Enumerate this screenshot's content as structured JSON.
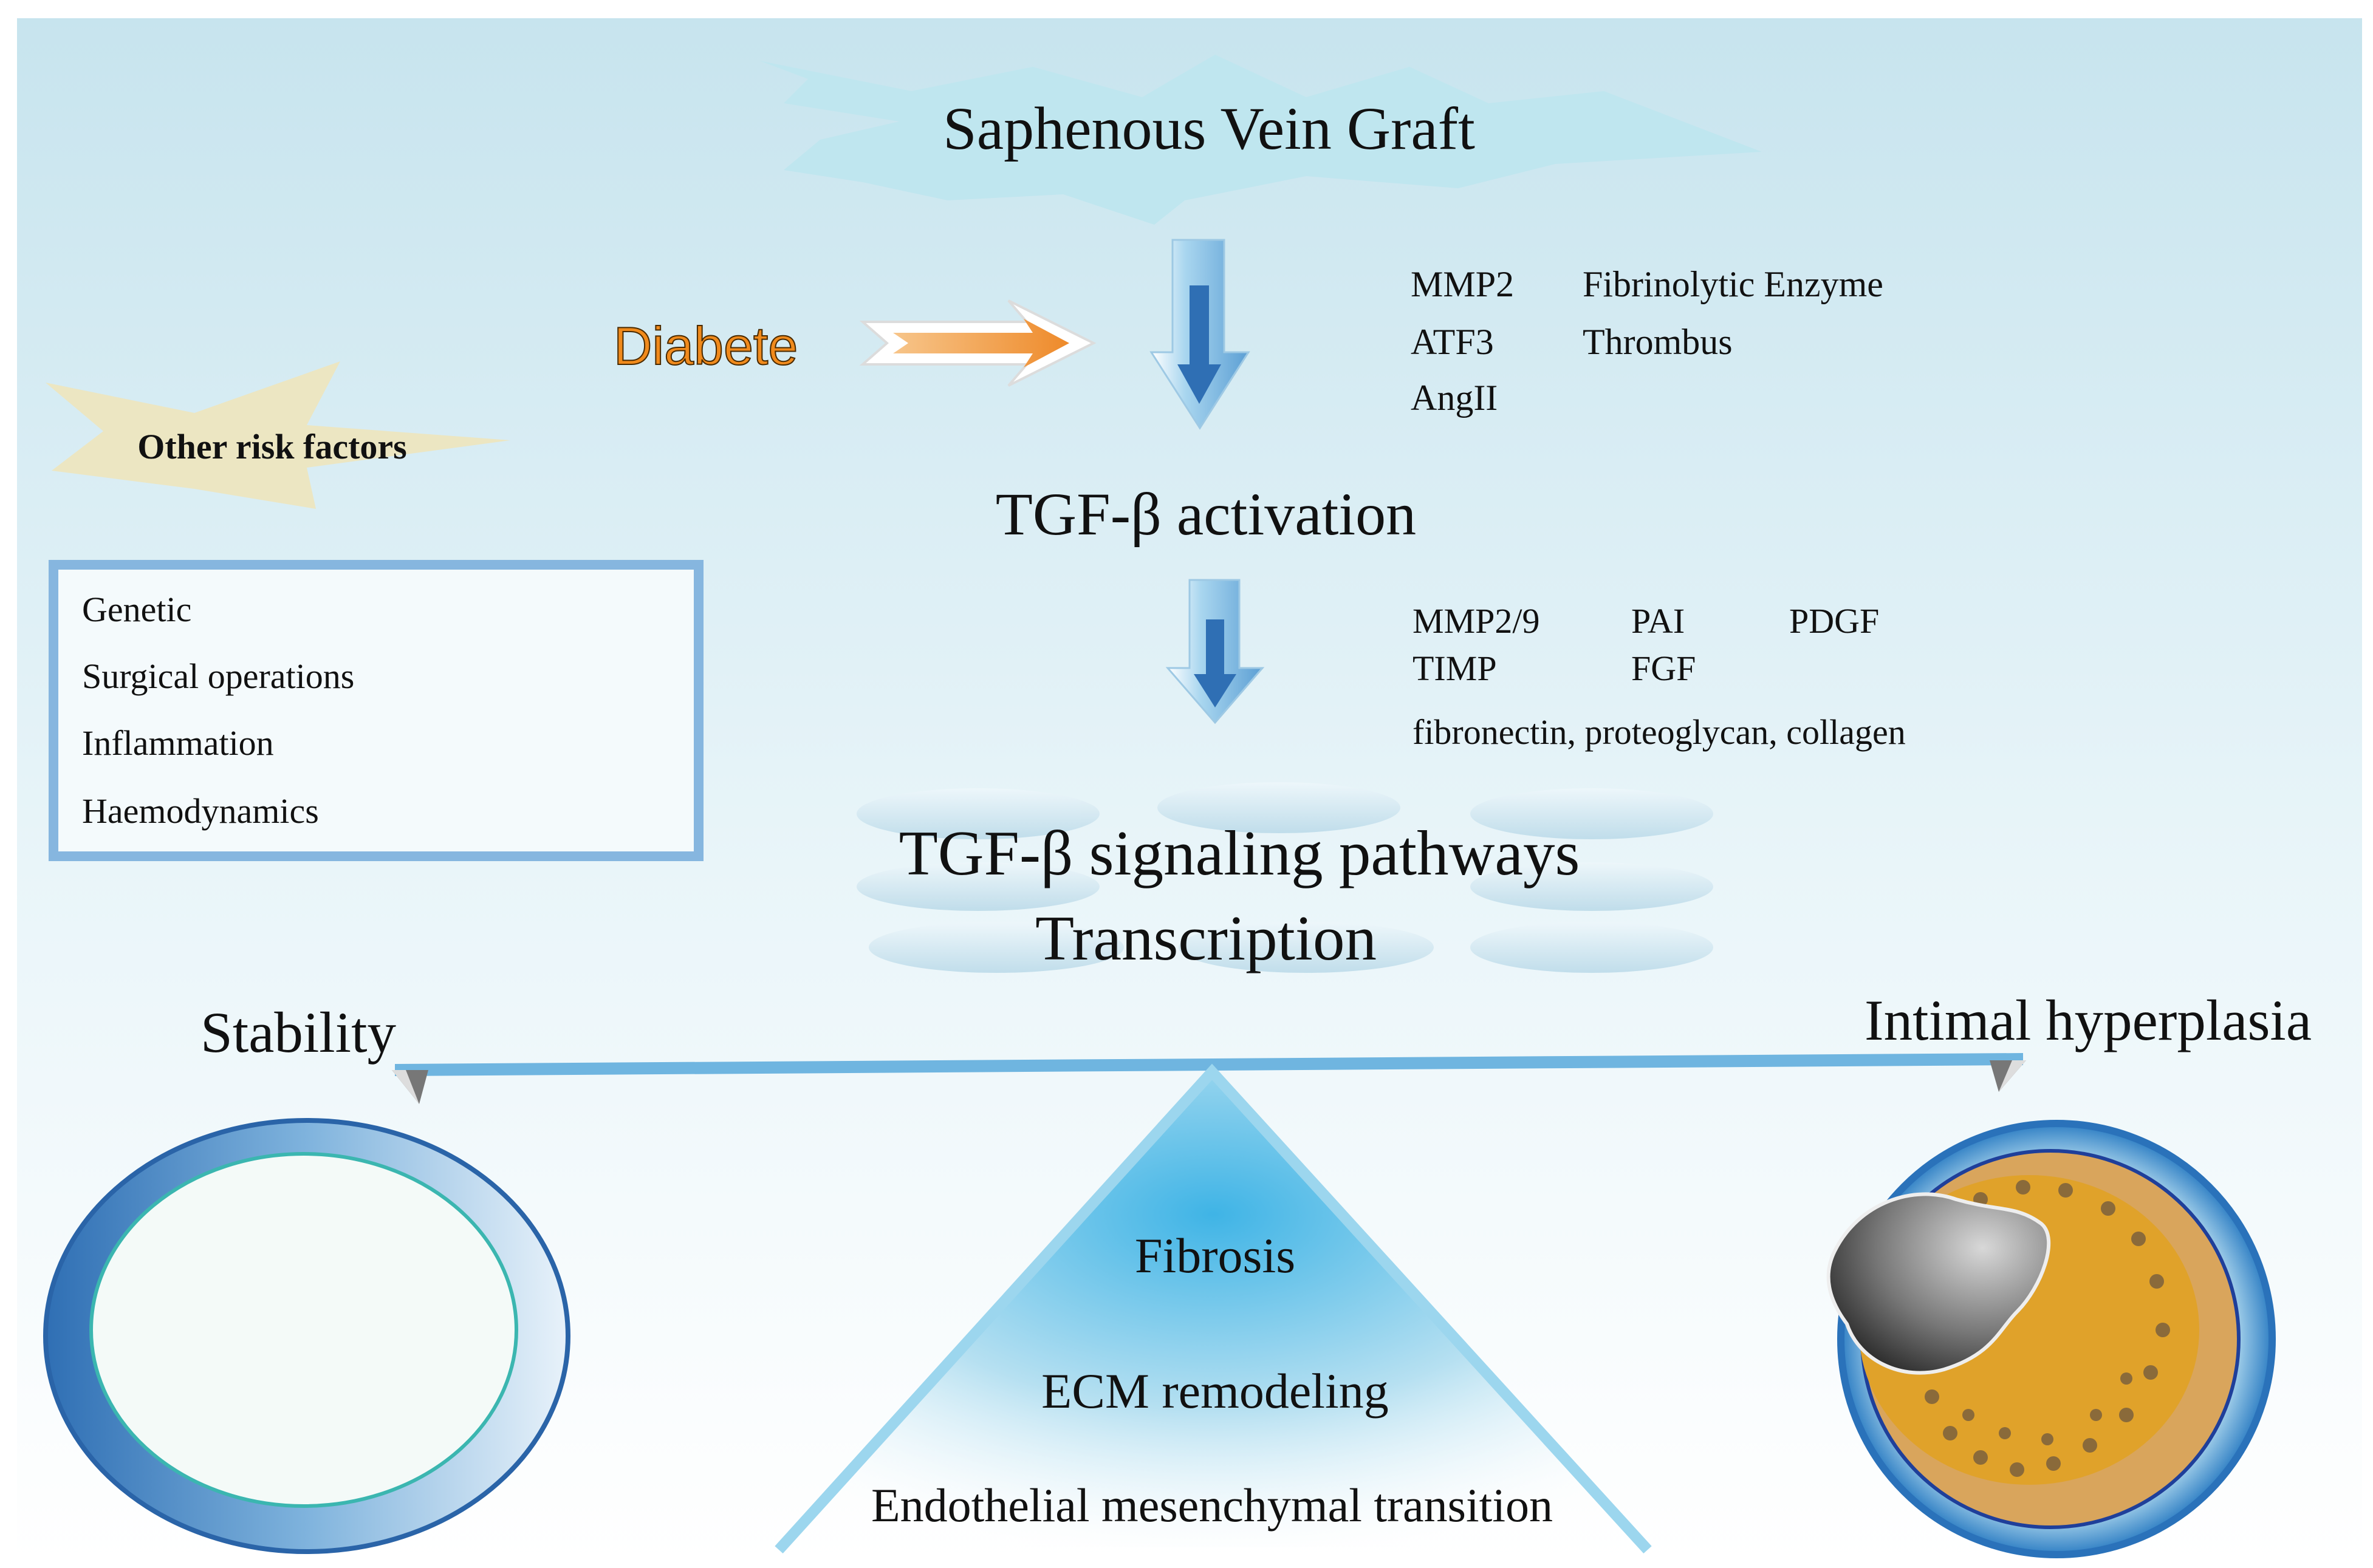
{
  "title": "Saphenous Vein Graft",
  "diabetes_label": "Diabete",
  "other_risk_label": "Other risk factors",
  "risk_factors": [
    "Genetic",
    "Surgical operations",
    "Inflammation",
    "Haemodynamics"
  ],
  "mediators_upper": {
    "col1": [
      "MMP2",
      "ATF3",
      "AngII"
    ],
    "col2": [
      "Fibrinolytic Enzyme",
      "Thrombus"
    ]
  },
  "tgf_activation": "TGF-β activation",
  "mediators_lower": {
    "row1": [
      "MMP2/9",
      "PAI",
      "PDGF"
    ],
    "row2": [
      "TIMP",
      "FGF"
    ],
    "row3": "fibronectin, proteoglycan, collagen"
  },
  "signaling_title": "TGF-β signaling pathways",
  "transcription_label": "Transcription",
  "outcome_left": "Stability",
  "outcome_right": "Intimal hyperplasia",
  "pyramid_items": [
    "Fibrosis",
    "ECM remodeling",
    "Endothelial mesenchymal transition"
  ],
  "colors": {
    "sky_blue": "#bfe6ef",
    "arrow_blue": "#2f6fb4",
    "box_border": "#86b6df",
    "beam": "#6fb5e0",
    "diabetes_orange": "#f59a35",
    "risk_tan": "#ece6c2",
    "plaque_orange": "#e0a22a"
  }
}
